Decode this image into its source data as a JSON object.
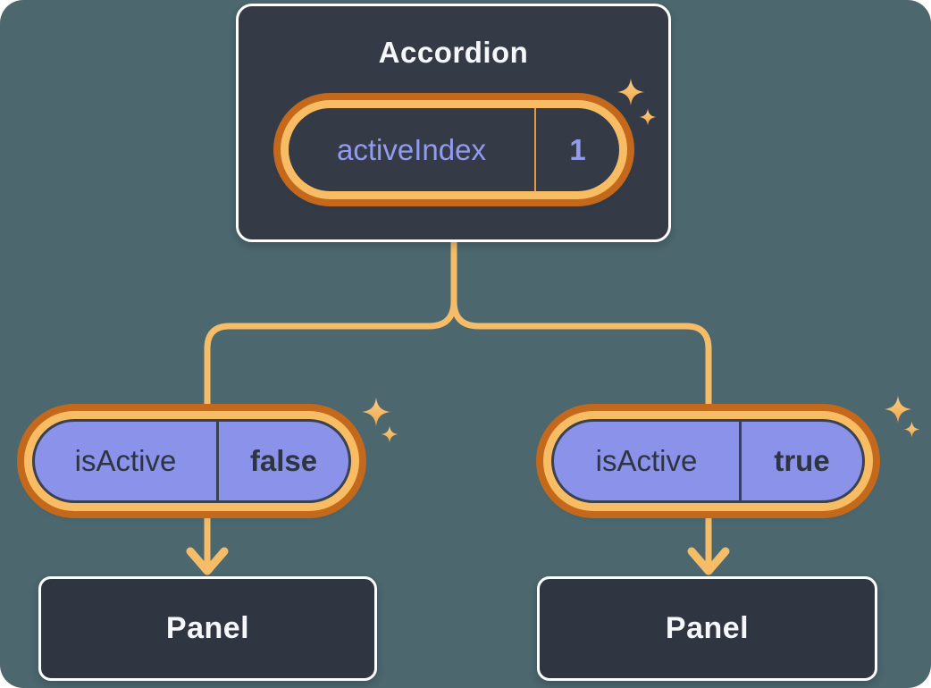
{
  "diagram": {
    "kind": "react-state-tree",
    "accordion": {
      "title": "Accordion",
      "state": {
        "label": "activeIndex",
        "value": "1"
      }
    },
    "children": [
      {
        "prop": {
          "label": "isActive",
          "value": "false"
        },
        "panel": {
          "label": "Panel"
        }
      },
      {
        "prop": {
          "label": "isActive",
          "value": "true"
        },
        "panel": {
          "label": "Panel"
        }
      }
    ]
  },
  "icons": {
    "sparkle": "four-point-sparkle-icon"
  },
  "palette": {
    "background": "#4c676e",
    "card_fill": "#343a46",
    "panel_fill": "#2f3641",
    "card_border": "#ffffff",
    "pill_fill": "#8a93e9",
    "pill_border": "#3a4150",
    "ring_inner": "#f8bd64",
    "ring_outer": "#c4691b",
    "connector": "#f5bd68",
    "divider_orange": "#e19c43",
    "text_light": "#f5f7fa",
    "text_dark": "#2e3542",
    "text_accent": "#939bf1",
    "sparkle_top": "#fcce84",
    "sparkle_bottom": "#f1a74d"
  }
}
